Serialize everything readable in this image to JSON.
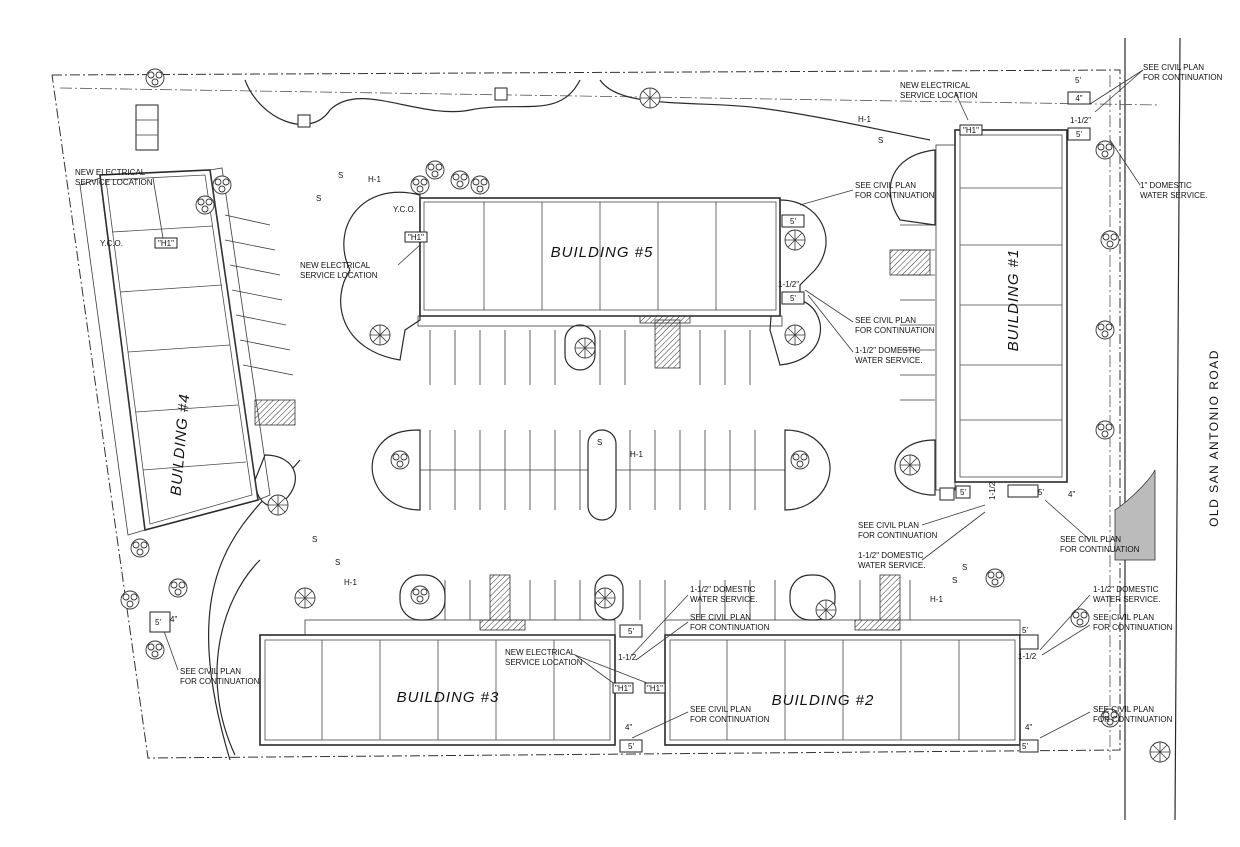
{
  "buildings": [
    {
      "name": "BUILDING #1"
    },
    {
      "name": "BUILDING #2"
    },
    {
      "name": "BUILDING #3"
    },
    {
      "name": "BUILDING #4"
    },
    {
      "name": "BUILDING #5"
    }
  ],
  "road_label": "OLD SAN ANTONIO ROAD",
  "notes": {
    "see_civil_line1": "SEE CIVIL PLAN",
    "see_civil_line2": "FOR CONTINUATION",
    "new_elec_line1": "NEW ELECTRICAL",
    "new_elec_line2": "SERVICE LOCATION",
    "domestic_112_line1": "1-1/2\" DOMESTIC",
    "domestic_112_line2": "WATER SERVICE.",
    "domestic_1_line1": "1\" DOMESTIC",
    "domestic_1_line2": "WATER SERVICE."
  },
  "tags": {
    "h1": "H-1",
    "h1_quoted": "\"H1\"",
    "s": "S",
    "yco": "Y.C.O.",
    "five_ft": "5'",
    "four_in": "4\"",
    "one_half": "1-1/2\"",
    "one_half_short": "1-1/2"
  }
}
